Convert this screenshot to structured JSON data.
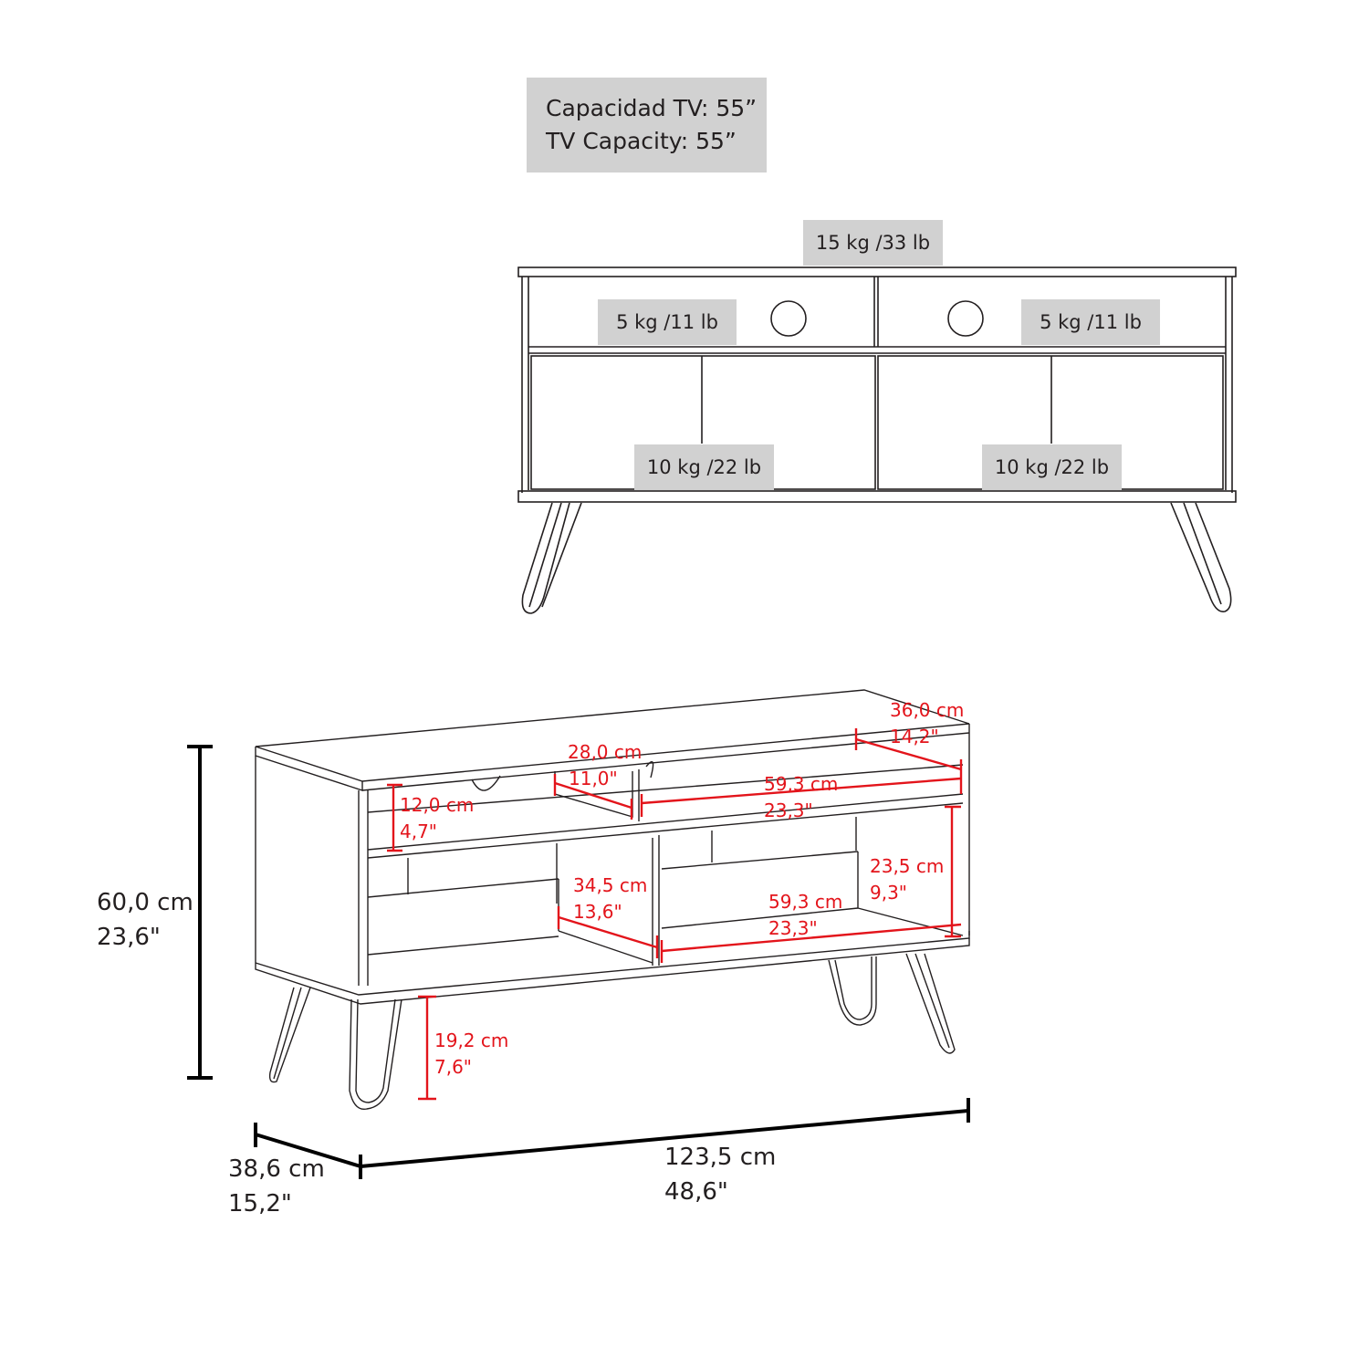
{
  "capacity_box": {
    "line_es": "Capacidad TV: 55”",
    "line_en": "TV Capacity: 55”"
  },
  "front_view": {
    "load_labels": {
      "top": "15 kg /33 lb",
      "upper_left": "5 kg /11 lb",
      "upper_right": "5 kg /11 lb",
      "lower_left": "10 kg /22 lb",
      "lower_right": "10 kg /22 lb"
    }
  },
  "iso_view": {
    "internal_dims": {
      "top_depth": {
        "cm": "36,0 cm",
        "in": "14,2\""
      },
      "divider_depth_top": {
        "cm": "28,0 cm",
        "in": "11,0\""
      },
      "upper_width": {
        "cm": "59,3 cm",
        "in": "23,3\""
      },
      "upper_height": {
        "cm": "12,0 cm",
        "in": "4,7\""
      },
      "lower_height": {
        "cm": "23,5 cm",
        "in": "9,3\""
      },
      "divider_depth_bottom": {
        "cm": "34,5 cm",
        "in": "13,6\""
      },
      "lower_width": {
        "cm": "59,3 cm",
        "in": "23,3\""
      },
      "leg_height": {
        "cm": "19,2 cm",
        "in": "7,6\""
      }
    },
    "overall_dims": {
      "height": {
        "cm": "60,0 cm",
        "in": "23,6\""
      },
      "depth": {
        "cm": "38,6 cm",
        "in": "15,2\""
      },
      "width": {
        "cm": "123,5 cm",
        "in": "48,6\""
      }
    }
  },
  "colors": {
    "line": "#231f20",
    "dimension_red": "#e3141b",
    "label_bg": "#d1d1d1"
  }
}
